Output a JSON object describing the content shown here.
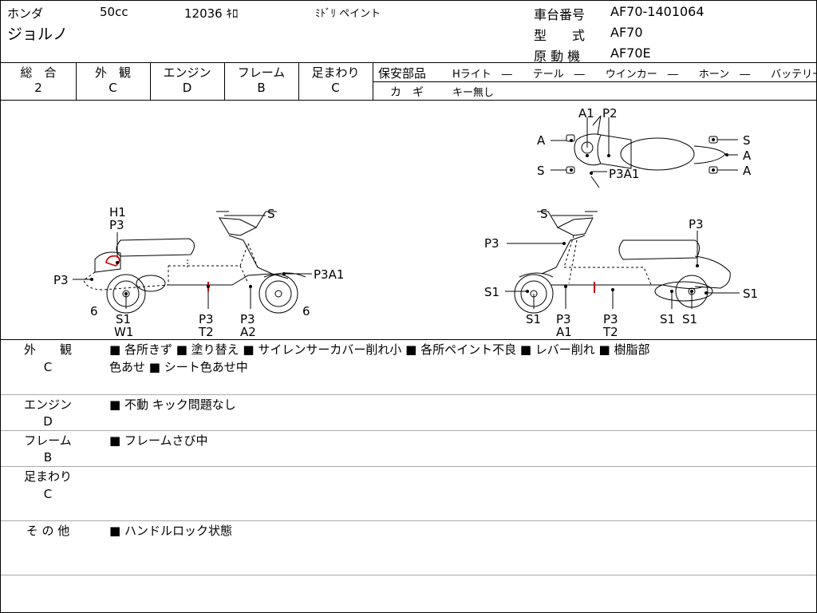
{
  "header": {
    "maker": "ホンダ",
    "displacement": "50cc",
    "mileage": "12036 ｷﾛ",
    "color": "ﾐﾄﾞﾘ ペイント",
    "model_name": "ジョルノ",
    "frame_no_label": "車台番号",
    "frame_no": "AF70-1401064",
    "type_label": "型　　式",
    "type_value": "AF70",
    "engine_label": "原 動 機",
    "engine_value": "AF70E"
  },
  "grades": {
    "labels": [
      "総　合",
      "外　観",
      "エンジン",
      "フレーム",
      "足まわり"
    ],
    "values": [
      "2",
      "C",
      "D",
      "B",
      "C"
    ]
  },
  "safety": {
    "label": "保安部品",
    "items": "Hライト　―　　テール　―　　ウインカー　―　　ホーン　―　　バッテリー　△",
    "key_label": "カ　ギ",
    "key_value": "キー無し"
  },
  "diagram_labels": {
    "top_a1": "A1",
    "top_p2": "P2",
    "top_a_left": "A",
    "top_s_left": "S",
    "top_p3a1": "P3A1",
    "top_s_right": "S",
    "top_a_right1": "A",
    "top_a_right2": "A",
    "l_h1": "H1",
    "l_p3_top": "P3",
    "l_s": "S",
    "l_p3_left": "P3",
    "l_p3a1": "P3A1",
    "l_6_left": "6",
    "l_6_right": "6",
    "l_s1": "S1",
    "l_w1": "W1",
    "l_p3_mid": "P3",
    "l_t2": "T2",
    "l_p3_mid2": "P3",
    "l_a2": "A2",
    "r_s": "S",
    "r_p3_right": "P3",
    "r_p3_left": "P3",
    "r_s1_left": "S1",
    "r_s1_right": "S1",
    "r_s1_b1": "S1",
    "r_p3_b": "P3",
    "r_a1_b": "A1",
    "r_p3_b2": "P3",
    "r_t2_b": "T2",
    "r_s1_b2": "S1",
    "r_s1_b3": "S1"
  },
  "remarks": [
    {
      "category": "外　　観",
      "grade": "C",
      "text_line1": "■ 各所きず ■ 塗り替え ■ サイレンサーカバー削れ小 ■ 各所ペイント不良 ■ レバー削れ ■ 樹脂部",
      "text_line2": "色あせ ■ シート色あせ中"
    },
    {
      "category": "エンジン",
      "grade": "D",
      "text_line1": "■ 不動 キック問題なし",
      "text_line2": ""
    },
    {
      "category": "フレーム",
      "grade": "B",
      "text_line1": "■ フレームさび中",
      "text_line2": ""
    },
    {
      "category": "足まわり",
      "grade": "C",
      "text_line1": "",
      "text_line2": ""
    },
    {
      "category": "そ の 他",
      "grade": "",
      "text_line1": "■ ハンドルロック状態",
      "text_line2": ""
    }
  ],
  "colors": {
    "border": "#000000",
    "damage_mark": "#cc0000"
  }
}
